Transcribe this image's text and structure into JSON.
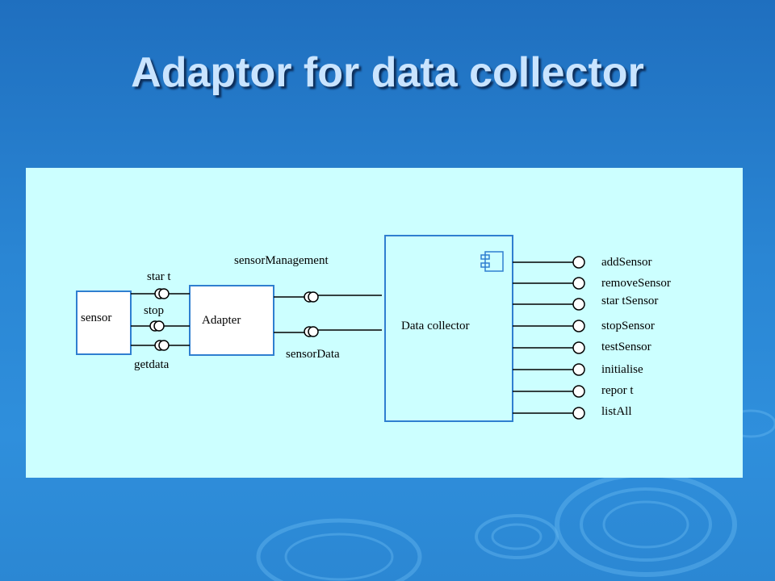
{
  "slide": {
    "title": "Adaptor for data collector"
  },
  "diagram": {
    "components": {
      "sensor": "sensor",
      "adapter": "Adapter",
      "data_collector": "Data collector"
    },
    "sensor_ports": [
      "star t",
      "stop",
      "getdata"
    ],
    "adapter_ports": [
      "sensorManagement",
      "sensorData"
    ],
    "collector_interfaces": [
      "addSensor",
      "removeSensor",
      "star tSensor",
      "stopSensor",
      "testSensor",
      "initialise",
      "repor t",
      "listAll"
    ],
    "colors": {
      "background_top": "#1f6fbf",
      "panel": "#ccffff",
      "box_border": "#2f7fd0",
      "title_text": "#c9e4ff"
    }
  }
}
